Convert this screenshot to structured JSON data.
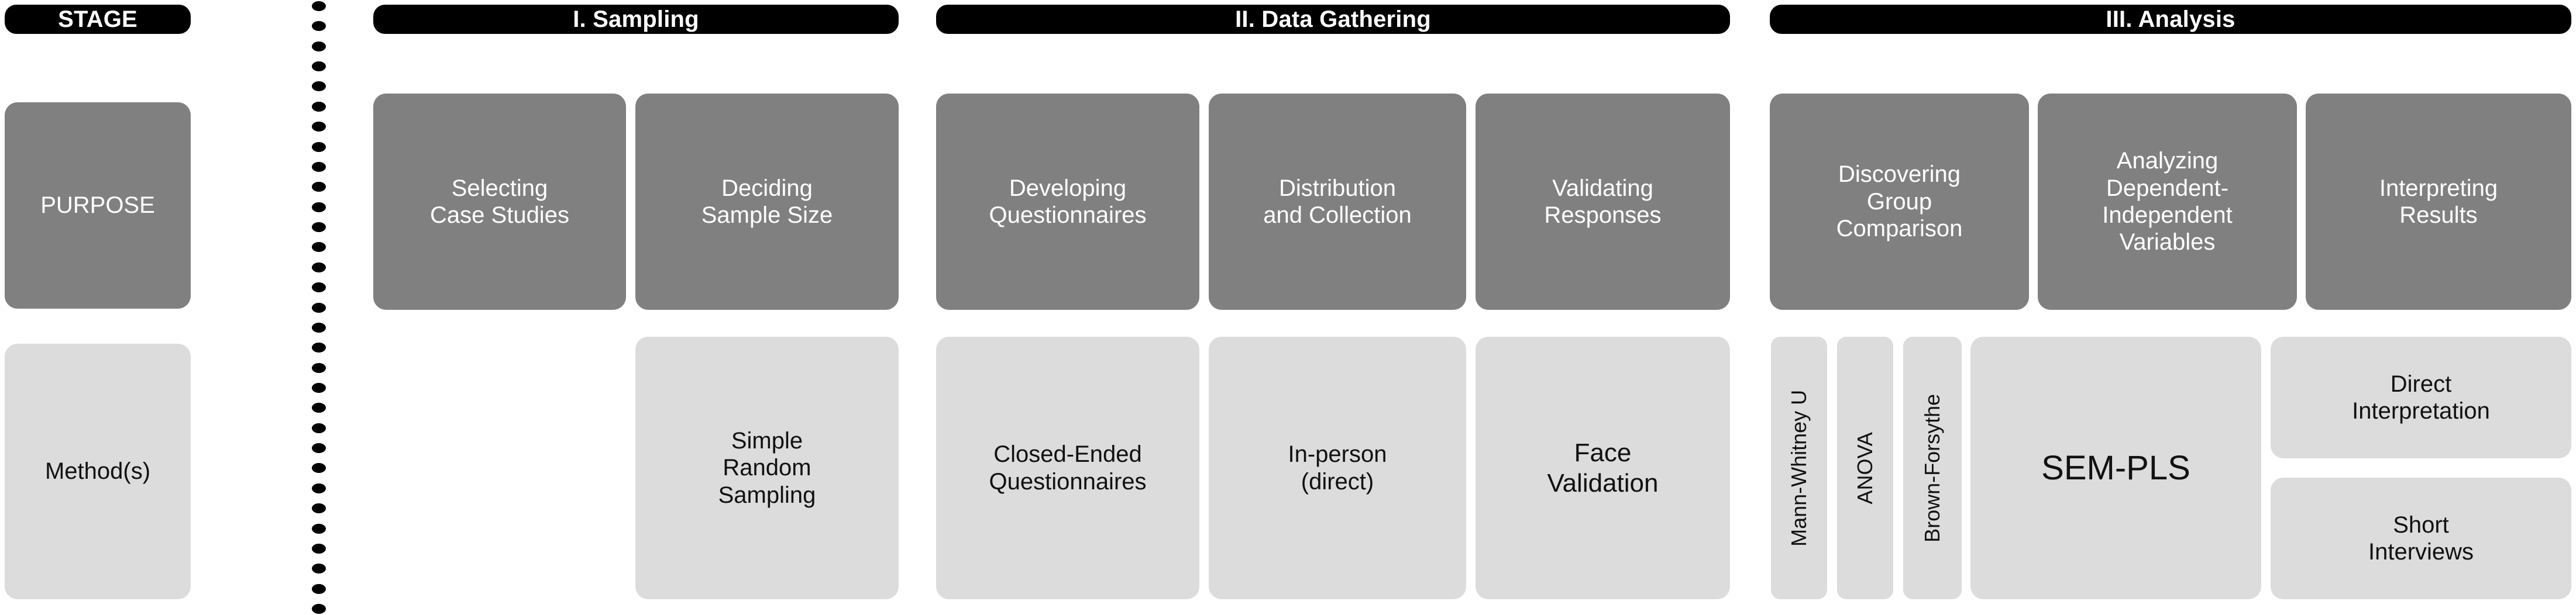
{
  "diagram": {
    "title_row_label": "STAGE",
    "row_labels": {
      "purpose": "PURPOSE",
      "methods": "Method(s)"
    },
    "divider": {
      "name": "dotted-vertical-divider",
      "dot_count": 31,
      "color": "#000000"
    },
    "colors": {
      "stage_bar_bg": "#000000",
      "stage_bar_text": "#ffffff",
      "purpose_bg": "#808080",
      "purpose_text": "#ffffff",
      "method_bg": "#dcdcdc",
      "method_text": "#111111",
      "canvas_bg": "#ffffff"
    },
    "stages": [
      {
        "id": "sampling",
        "header": "I. Sampling",
        "purposes": [
          "Selecting\nCase Studies",
          "Deciding\nSample Size"
        ],
        "methods": [
          "",
          "Simple\nRandom\nSampling"
        ]
      },
      {
        "id": "data-gathering",
        "header": "II. Data Gathering",
        "purposes": [
          "Developing\nQuestionnaires",
          "Distribution\nand Collection",
          "Validating\nResponses"
        ],
        "methods": [
          "Closed-Ended\nQuestionnaires",
          "In-person\n(direct)",
          "Face\nValidation"
        ]
      },
      {
        "id": "analysis",
        "header": "III. Analysis",
        "purposes": [
          "Discovering\nGroup\nComparison",
          "Analyzing\nDependent-\nIndependent\nVariables",
          "Interpreting\nResults"
        ],
        "methods": [
          "Mann-Whitney U",
          "ANOVA",
          "Brown-Forsythe",
          "SEM-PLS",
          "Direct\nInterpretation",
          "Short\nInterviews"
        ]
      }
    ]
  }
}
